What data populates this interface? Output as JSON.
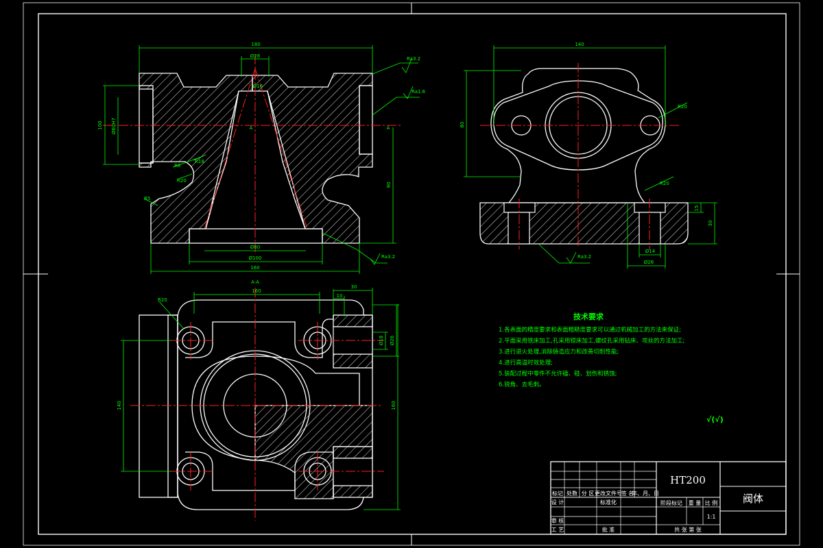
{
  "drawing": {
    "material": "HT200",
    "part_name": "阀体",
    "scale": "1:1",
    "section_label": "A-A",
    "marker_a": "A"
  },
  "colors": {
    "background": "#000000",
    "outline": "#ffffff",
    "centerline": "#ff2020",
    "dimension": "#00ff00",
    "circle": "#cc33cc"
  },
  "dimensions": {
    "front_overall_width": "180",
    "front_top_bore": "Ø28",
    "front_top_small": "Ø16",
    "front_left_height": "100",
    "front_left_bore": "Ø60H7",
    "front_right_height": "90",
    "front_r8": "R8",
    "front_r20": "R20",
    "front_r18": "R18",
    "front_r5": "R5",
    "front_bottom_inner": "Ø80",
    "front_bottom_bore": "Ø100",
    "front_bottom_width": "160",
    "side_overall_width": "140",
    "side_height": "80",
    "side_r20a": "R20",
    "side_r20b": "R20",
    "side_flange_h1": "15",
    "side_flange_h2": "30",
    "side_hole": "Ø14",
    "side_cbore": "Ø26",
    "sec_r20": "R20",
    "sec_top_width": "160",
    "sec_step1": "10",
    "sec_step2": "30",
    "sec_bore1": "Ø18",
    "sec_bore2": "Ø26",
    "sec_height_left": "140",
    "sec_height_right": "160"
  },
  "roughness": {
    "r1": "Ra3.2",
    "r2": "Ra1.6",
    "r3": "Ra3.2",
    "r4": "Ra3.2"
  },
  "requirements": {
    "heading": "技术要求",
    "items": [
      "1.各表面的精度要求和表面粗糙度要求可以通过机械加工的方法来保证;",
      "2.平面采用铣床加工,孔采用镗床加工,螺纹孔采用钻床、攻丝的方法加工;",
      "3.进行退火处理,消除铸造应力和改善切削性能;",
      "4.进行高温时效处理;",
      "5.装配过程中零件不允许磕、碰、划伤和锈蚀;",
      "6.锐角、去毛刺。"
    ],
    "general_roughness": "√(√)"
  },
  "title_block": {
    "mark": "标记",
    "count": "处数",
    "zone": "分 区",
    "change_doc": "更改文件号",
    "signature": "签 名",
    "date": "年、月、日",
    "design": "设 计",
    "standardization": "标准化",
    "stage_mark": "阶段标记",
    "weight": "重 量",
    "scale_label": "比 例",
    "review": "审 核",
    "process": "工 艺",
    "approve": "批 准",
    "sheets": "共   张   第   张"
  }
}
